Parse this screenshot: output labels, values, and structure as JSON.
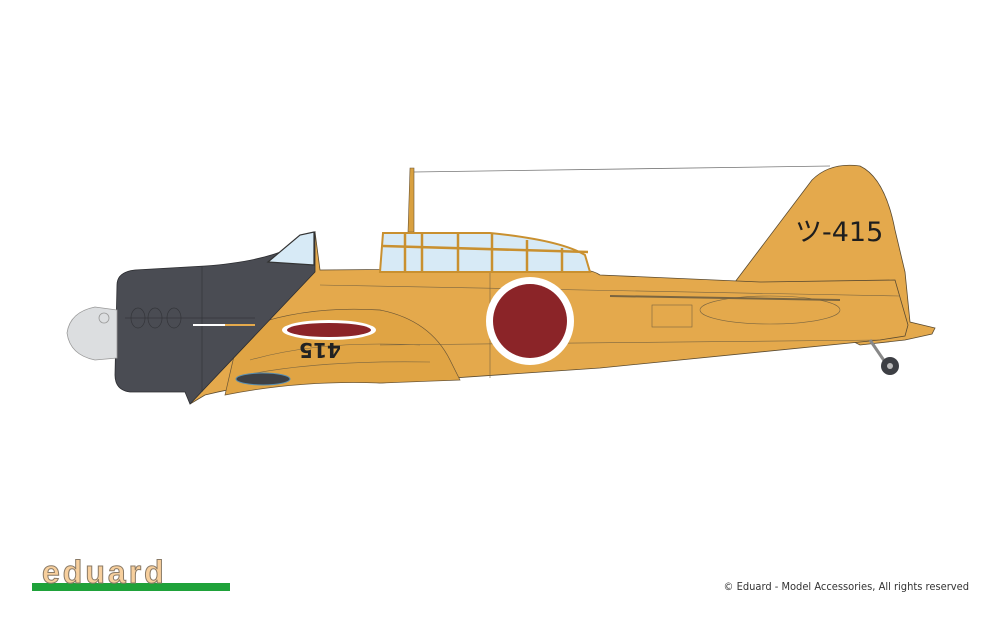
{
  "aircraft": {
    "tail_code": "ツ-415",
    "wing_code": "415",
    "colors": {
      "fuselage": "#E4A94C",
      "cowling": "#4A4C53",
      "hinomaru": "#8B2428",
      "canopy": "#D7EAF6",
      "spinner": "#DCDEE0"
    }
  },
  "footer": {
    "logo_text": "eduard",
    "copyright": "© Eduard - Model Accessories, All rights reserved"
  }
}
